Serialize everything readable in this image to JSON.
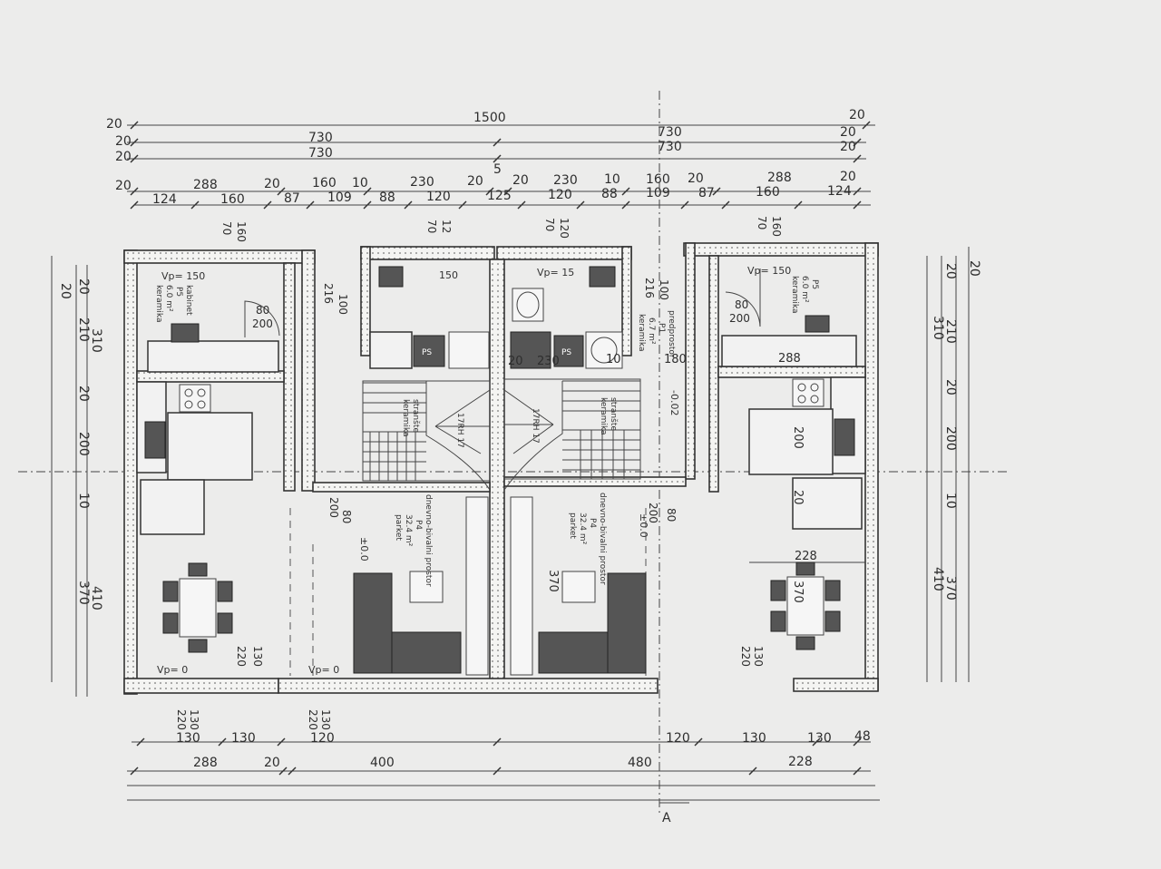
{
  "dimensions": {
    "top_chain_1": [
      "20",
      "1500",
      "20"
    ],
    "top_chain_2": [
      "20",
      "730",
      "730",
      "20"
    ],
    "top_chain_3": [
      "20",
      "730",
      "730",
      "20"
    ],
    "top_mid_label": "5",
    "top_chain_4": [
      "20",
      "288",
      "20",
      "160",
      "10",
      "230",
      "20",
      "20",
      "230",
      "10",
      "160",
      "20",
      "288",
      "20"
    ],
    "top_chain_5": [
      "124",
      "160",
      "87",
      "109",
      "88",
      "120",
      "125",
      "120",
      "88",
      "109",
      "87",
      "160",
      "124"
    ],
    "left_vertical_1": [
      "20",
      "310",
      "410"
    ],
    "left_vertical_2": [
      "20",
      "210",
      "20",
      "200",
      "10",
      "370"
    ],
    "right_vertical_1": [
      "20",
      "310",
      "410"
    ],
    "right_vertical_2": [
      "20",
      "210",
      "20",
      "200",
      "10",
      "370"
    ],
    "bottom_chain_1": [
      "130",
      "130",
      "120",
      "120",
      "130",
      "130",
      "48"
    ],
    "bottom_chain_2": [
      "288",
      "20",
      "400",
      "480",
      "228"
    ]
  },
  "openings": {
    "window_kab_left": [
      "70",
      "160"
    ],
    "window_stair_left": [
      "70",
      "12"
    ],
    "window_stair_right": [
      "70",
      "120"
    ],
    "window_kab_right": [
      "70",
      "160"
    ],
    "door_80_200_a": [
      "80",
      "200"
    ],
    "door_80_200_b": [
      "80",
      "200"
    ],
    "door_100_216_a": [
      "100",
      "216"
    ],
    "door_100_216_b": [
      "100",
      "216"
    ],
    "door_200_80_a": [
      "200",
      "80"
    ],
    "door_200_80_b": [
      "200",
      "80"
    ],
    "door_130_220_a": [
      "130",
      "220"
    ],
    "door_130_220_b": [
      "130",
      "220"
    ],
    "door_130_220_c": [
      "130",
      "220"
    ],
    "door_130_220_d": [
      "130",
      "220"
    ],
    "inner_230": "230",
    "inner_20": "20",
    "inner_10": "10",
    "inner_180": "180",
    "inner_288": "288",
    "inner_200": "200",
    "inner_228": "228",
    "inner_370_a": "370",
    "inner_370_b": "370",
    "inner_20b": "20"
  },
  "vp": {
    "kab_left": "Vp= 150",
    "kab_right": "Vp= 150",
    "bath_left": "150",
    "bath_right": "Vp= 15",
    "living_left_a": "Vp= 0",
    "living_left_b": "Vp= 0"
  },
  "rooms": {
    "kabinet_left": [
      "kabinet",
      "P5",
      "6.0 m²",
      "keramika"
    ],
    "kabinet_right": [
      "P5",
      "6.0 m²",
      "keramika"
    ],
    "predprostor": [
      "predprostor",
      "P1",
      "6.7 m²",
      "keramika"
    ],
    "living_left": [
      "dnevno-bivalni prostor",
      "P4",
      "32.4 m²",
      "parket"
    ],
    "living_right": [
      "dnevno-bivalni prostor",
      "P4",
      "32.4 m²",
      "parket"
    ],
    "stair_left": [
      "stranšte",
      "keramika"
    ],
    "stair_right": [
      "stranšte",
      "keramika"
    ],
    "stair_rise_left": "17RH 17",
    "stair_rise_right": "17RH 17",
    "level_a": "±0.0",
    "level_b": "±0.0",
    "level_c": "-0.02",
    "ps_1": "PS",
    "ps_2": "PS",
    "section": "A"
  }
}
